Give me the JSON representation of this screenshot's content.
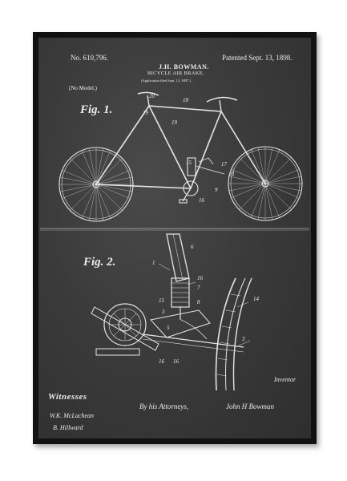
{
  "patent": {
    "number": "No. 610,796.",
    "patented": "Patented Sept. 13, 1898.",
    "inventor_heading": "J.H. BOWMAN.",
    "title": "BICYCLE AIR BRAKE.",
    "filed": "(Application filed Sept. 13, 1897.)",
    "model": "(No Model.)"
  },
  "figures": {
    "fig1": "Fig. 1.",
    "fig2": "Fig. 2."
  },
  "fig1_numbers": [
    "20",
    "18",
    "19",
    "19",
    "1",
    "15",
    "17",
    "21",
    "16",
    "9"
  ],
  "fig2_numbers": [
    "1",
    "6",
    "16",
    "15",
    "7",
    "8",
    "3",
    "5",
    "16",
    "16",
    "3",
    "14"
  ],
  "signatures": {
    "witnesses": "Witnesses",
    "attorneys": "By his Attorneys,",
    "inventor_label": "Inventor",
    "inventor_name": "John H Bowman",
    "witness1": "W.K. McLachean",
    "witness2": "B. Hillward"
  },
  "colors": {
    "frame": "#111111",
    "chalkboard": "#3b3b3b",
    "chalk": "#ececec"
  }
}
